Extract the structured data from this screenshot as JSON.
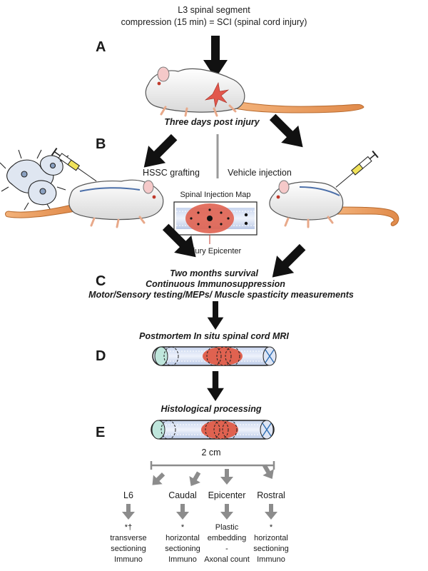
{
  "title": {
    "line1": "L3 spinal segment",
    "line2": "compression (15 min) = SCI (spinal cord injury)"
  },
  "panels": {
    "a": "A",
    "b": "B",
    "c": "C",
    "d": "D",
    "e": "E"
  },
  "captions": {
    "three_days": "Three days post injury",
    "hssc": "HSSC grafting",
    "vehicle": "Vehicle injection",
    "injection_map": "Spinal Injection Map",
    "epicenter": "Injury Epicenter",
    "survival": "Two months survival",
    "immuno": "Continuous Immunosuppression",
    "testing": "Motor/Sensory testing/MEPs/ Muscle spasticity measurements",
    "mri": "Postmortem In situ spinal cord MRI",
    "histology": "Histological processing",
    "length": "2 cm"
  },
  "segments": [
    {
      "name": "L6",
      "mark": "*†",
      "lines": [
        "transverse",
        "sectioning",
        "Immuno"
      ]
    },
    {
      "name": "Caudal",
      "mark": "*",
      "lines": [
        "horizontal",
        "sectioning",
        "Immuno"
      ]
    },
    {
      "name": "Epicenter",
      "mark": "",
      "lines": [
        "Plastic",
        "embedding",
        "-",
        "Axonal count"
      ]
    },
    {
      "name": "Rostral",
      "mark": "*",
      "lines": [
        "horizontal",
        "sectioning",
        "Immuno"
      ]
    }
  ]
}
